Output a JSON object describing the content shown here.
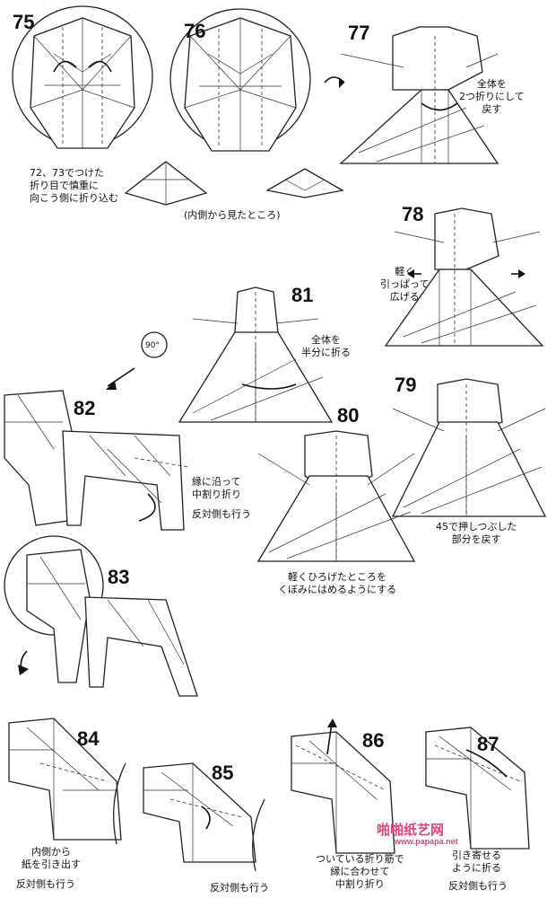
{
  "steps": [
    "75",
    "76",
    "77",
    "78",
    "79",
    "80",
    "81",
    "82",
    "83",
    "84",
    "85",
    "86",
    "87"
  ],
  "rotate_label": "90°",
  "notes": {
    "n75": "72、73でつけた\n折り目で慎重に\n向こう側に折り込む",
    "n75b": "(内側から見たところ)",
    "n77": "全体を\n2つ折りにして\n戻す",
    "n78": "軽く\n引っぱって\n広げる",
    "n79": "45で押しつぶした\n部分を戻す",
    "n80": "軽くひろげたところを\nくぼみにはめるようにする",
    "n81": "全体を\n半分に折る",
    "n82a": "縁に沿って\n中割り折り",
    "n82b": "反対側も行う",
    "n84a": "内側から\n紙を引き出す",
    "n84b": "反対側も行う",
    "n85": "反対側も行う",
    "n86": "ついている折り筋で\n縁に合わせて\n中割り折り",
    "n87a": "引き寄せる\nように折る",
    "n87b": "反対側も行う"
  },
  "watermark": {
    "title": "啪啪纸艺网",
    "url": "www.papapa.net"
  }
}
